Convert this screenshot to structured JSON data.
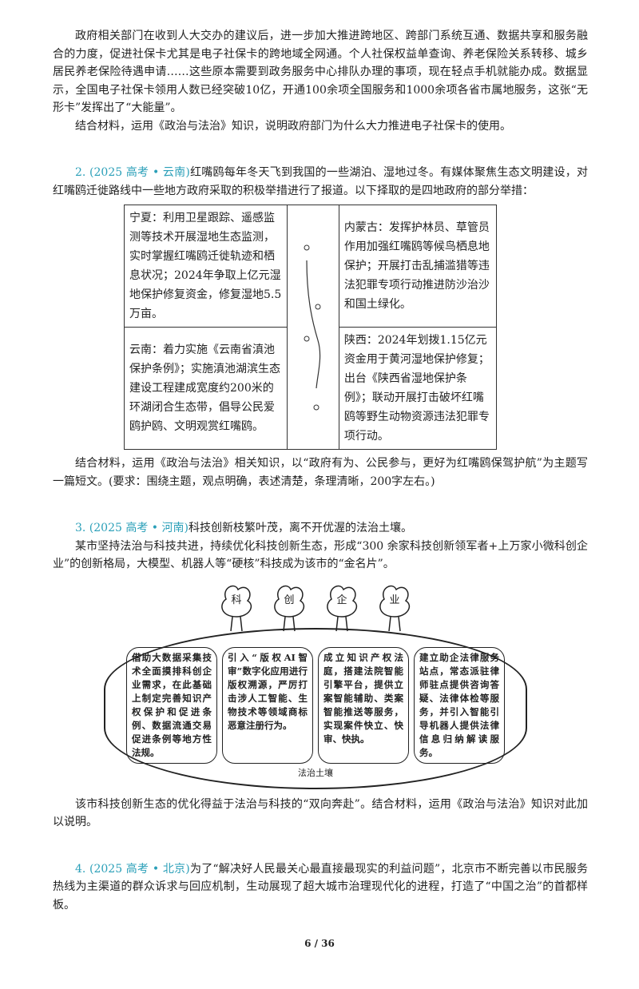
{
  "q1": {
    "material": "政府相关部门在收到人大交办的建议后，进一步加大推进跨地区、跨部门系统互通、数据共享和服务融合的力度，促进社保卡尤其是电子社保卡的跨地域全网通。个人社保权益单查询、养老保险关系转移、城乡居民养老保险待遇申请……这些原本需要到政务服务中心排队办理的事项，现在轻点手机就能办成。数据显示，全国电子社保卡领用人数已经突破10亿，开通100余项全国服务和1000余项各省市属地服务，这张“无形卡”发挥出了“大能量”。",
    "question": "结合材料，运用《政治与法治》知识，说明政府部门为什么大力推进电子社保卡的使用。"
  },
  "q2": {
    "source": "2. (2025 高考 • 云南)",
    "intro": "红嘴鸥每年冬天飞到我国的一些湖泊、湿地过冬。有媒体聚焦生态文明建设，对红嘴鸥迁徙路线中一些地方政府采取的积极举措进行了报道。以下择取的是四地政府的部分举措：",
    "cells": {
      "ningxia": "宁夏：利用卫星跟踪、遥感监测等技术开展湿地生态监测，实时掌握红嘴鸥迁徙轨迹和栖息状况；2024年争取上亿元湿地保护修复资金，修复湿地5.5万亩。",
      "neimenggu": "内蒙古：发挥护林员、草管员作用加强红嘴鸥等候鸟栖息地保护；开展打击乱捕滥猎等违法犯罪专项行动推进防沙治沙和国土绿化。",
      "yunnan": "云南：着力实施《云南省滇池保护条例》；实施滇池湖滨生态建设工程建成宽度约200米的环湖闭合生态带，倡导公民爱鸥护鸥、文明观赏红嘴鸥。",
      "shaanxi": "陕西：2024年划拨1.15亿元资金用于黄河湿地保护修复；出台《陕西省湿地保护条例》；联动开展打击破坏红嘴鸥等野生动物资源违法犯罪专项行动。"
    },
    "question": "结合材料，运用《政治与法治》相关知识，以“政府有为、公民参与，更好为红嘴鸥保驾护航”为主题写一篇短文。(要求：围绕主题，观点明确，表述清楚，条理清晰，200字左右。)"
  },
  "q3": {
    "source": "3. (2025 高考 • 河南)",
    "intro": "科技创新枝繁叶茂，离不开优渥的法治土壤。",
    "material": "某市坚持法治与科技共进，持续优化科技创新生态，形成“300 余家科技创新领军者+上万家小微科创企业”的创新格局，大模型、机器人等“硬核”科技成为该市的“金名片”。",
    "trees": [
      "科",
      "创",
      "企",
      "业"
    ],
    "boxes": [
      "借助大数据采集技术全面摸排科创企业需求，在此基础上制定完善知识产权保护和促进条例、数据流通交易促进条例等地方性法规。",
      "引入“版权AI智审”数字化应用进行版权溯源，严厉打击涉人工智能、生物技术等领域商标恶意注册行为。",
      "成立知识产权法庭，搭建法院智能引擎平台，提供立案智能辅助、类案智能推送等服务，实现案件快立、快审、快执。",
      "建立助企法律服务站点，常态派驻律师驻点提供咨询答疑、法律体检等服务，并引入智能引导机器人提供法律信息归纳解读服务。"
    ],
    "soil_label": "法治土壤",
    "question": "该市科技创新生态的优化得益于法治与科技的“双向奔赴”。结合材料，运用《政治与法治》知识对此加以说明。"
  },
  "q4": {
    "source": "4. (2025 高考 • 北京)",
    "intro": "为了“解决好人民最关心最直接最现实的利益问题”，北京市不断完善以市民服务热线为主渠道的群众诉求与回应机制，生动展现了超大城市治理现代化的进程，打造了“中国之治”的首都样板。"
  },
  "page_number": "6 / 36",
  "colors": {
    "question_source": "#2a9fb8"
  }
}
